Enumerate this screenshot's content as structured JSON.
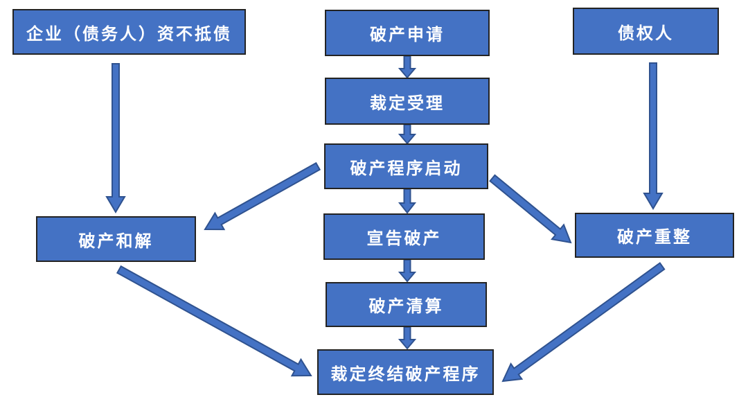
{
  "diagram": {
    "nodes": [
      {
        "id": "debtor",
        "label": "企业（债务人）资不抵债"
      },
      {
        "id": "application",
        "label": "破产申请"
      },
      {
        "id": "creditor",
        "label": "债权人"
      },
      {
        "id": "acceptance",
        "label": "裁定受理"
      },
      {
        "id": "procedure-start",
        "label": "破产程序启动"
      },
      {
        "id": "reconciliation",
        "label": "破产和解"
      },
      {
        "id": "declaration",
        "label": "宣告破产"
      },
      {
        "id": "reorganization",
        "label": "破产重整"
      },
      {
        "id": "liquidation",
        "label": "破产清算"
      },
      {
        "id": "termination",
        "label": "裁定终结破产程序"
      }
    ],
    "edges": [
      {
        "from": "application",
        "to": "acceptance"
      },
      {
        "from": "acceptance",
        "to": "procedure-start"
      },
      {
        "from": "procedure-start",
        "to": "declaration"
      },
      {
        "from": "declaration",
        "to": "liquidation"
      },
      {
        "from": "liquidation",
        "to": "termination"
      },
      {
        "from": "debtor",
        "to": "reconciliation"
      },
      {
        "from": "creditor",
        "to": "reorganization"
      },
      {
        "from": "procedure-start",
        "to": "reconciliation"
      },
      {
        "from": "procedure-start",
        "to": "reorganization"
      },
      {
        "from": "reconciliation",
        "to": "termination"
      },
      {
        "from": "reorganization",
        "to": "termination"
      }
    ],
    "colors": {
      "node_fill": "#4472C4",
      "node_border": "#232323",
      "arrow_fill": "#4472C4",
      "arrow_border": "#2F528F",
      "text": "#FFFFFF",
      "background": "#FFFFFF"
    }
  }
}
